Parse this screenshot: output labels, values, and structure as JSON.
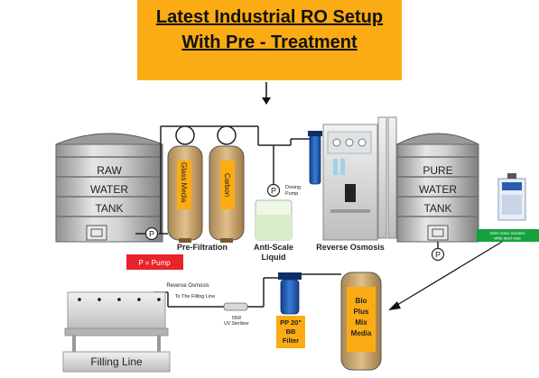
{
  "title": {
    "line1": "Latest Industrial RO Setup",
    "line2": "With Pre - Treatment"
  },
  "raw_tank": {
    "line1": "RAW",
    "line2": "WATER",
    "line3": "TANK"
  },
  "pure_tank": {
    "line1": "PURE",
    "line2": "WATER",
    "line3": "TANK"
  },
  "pump_symbol": "P",
  "filters": {
    "glass_media": "Glass Media",
    "carbon": "Carbon"
  },
  "dosing_pump": {
    "line1": "Dosing",
    "line2": "Pump"
  },
  "labels": {
    "pre_filtration": "Pre-Filtration",
    "anti_scale_line1": "Anti-Scale",
    "anti_scale_line2": "Liquid",
    "reverse_osmosis": "Reverse Osmosis",
    "pump_legend": "P = Pump",
    "ozone_line1": "2G/H ozone machine",
    "ozone_line2": "white steel case",
    "ro_pipe": "Reverse Osmosis",
    "filling_line_pipe": "To The Filling Line",
    "uv_line1": "55W",
    "uv_line2": "UV Sterilizer",
    "bb_filter_line1": "PP 20\"",
    "bb_filter_line2": "BB",
    "bb_filter_line3": "Filter",
    "filling_line": "Filling Line"
  },
  "bio_media": {
    "line1": "Bio",
    "line2": "Plus",
    "line3": "Mix",
    "line4": "Media"
  },
  "colors": {
    "title_bg": "#fbab13",
    "filter_tan": "#c9a46a",
    "label_orange": "#fbab13",
    "pump_legend_red": "#e8242b",
    "ozone_green": "#14a13c",
    "filter_blue": "#1f5fb5"
  },
  "icons": [
    "down-arrow-icon",
    "pump-icon",
    "ozone-machine-icon",
    "uv-sterilizer-icon"
  ]
}
